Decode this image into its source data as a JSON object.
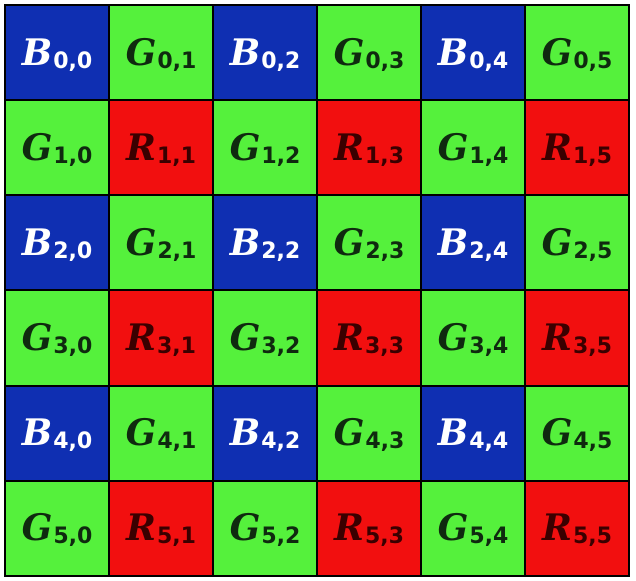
{
  "colors": {
    "B": "#0f2fb2",
    "G": "#55f13c",
    "R": "#f20f0f",
    "text_on_B": "#ffffff",
    "text_on_G": "#0f2a0f",
    "text_on_R": "#3a0000",
    "border": "#000000"
  },
  "grid": {
    "rows": [
      [
        {
          "letter": "B",
          "sub": "0,0"
        },
        {
          "letter": "G",
          "sub": "0,1"
        },
        {
          "letter": "B",
          "sub": "0,2"
        },
        {
          "letter": "G",
          "sub": "0,3"
        },
        {
          "letter": "B",
          "sub": "0,4"
        },
        {
          "letter": "G",
          "sub": "0,5"
        }
      ],
      [
        {
          "letter": "G",
          "sub": "1,0"
        },
        {
          "letter": "R",
          "sub": "1,1"
        },
        {
          "letter": "G",
          "sub": "1,2"
        },
        {
          "letter": "R",
          "sub": "1,3"
        },
        {
          "letter": "G",
          "sub": "1,4"
        },
        {
          "letter": "R",
          "sub": "1,5"
        }
      ],
      [
        {
          "letter": "B",
          "sub": "2,0"
        },
        {
          "letter": "G",
          "sub": "2,1"
        },
        {
          "letter": "B",
          "sub": "2,2"
        },
        {
          "letter": "G",
          "sub": "2,3"
        },
        {
          "letter": "B",
          "sub": "2,4"
        },
        {
          "letter": "G",
          "sub": "2,5"
        }
      ],
      [
        {
          "letter": "G",
          "sub": "3,0"
        },
        {
          "letter": "R",
          "sub": "3,1"
        },
        {
          "letter": "G",
          "sub": "3,2"
        },
        {
          "letter": "R",
          "sub": "3,3"
        },
        {
          "letter": "G",
          "sub": "3,4"
        },
        {
          "letter": "R",
          "sub": "3,5"
        }
      ],
      [
        {
          "letter": "B",
          "sub": "4,0"
        },
        {
          "letter": "G",
          "sub": "4,1"
        },
        {
          "letter": "B",
          "sub": "4,2"
        },
        {
          "letter": "G",
          "sub": "4,3"
        },
        {
          "letter": "B",
          "sub": "4,4"
        },
        {
          "letter": "G",
          "sub": "4,5"
        }
      ],
      [
        {
          "letter": "G",
          "sub": "5,0"
        },
        {
          "letter": "R",
          "sub": "5,1"
        },
        {
          "letter": "G",
          "sub": "5,2"
        },
        {
          "letter": "R",
          "sub": "5,3"
        },
        {
          "letter": "G",
          "sub": "5,4"
        },
        {
          "letter": "R",
          "sub": "5,5"
        }
      ]
    ]
  }
}
